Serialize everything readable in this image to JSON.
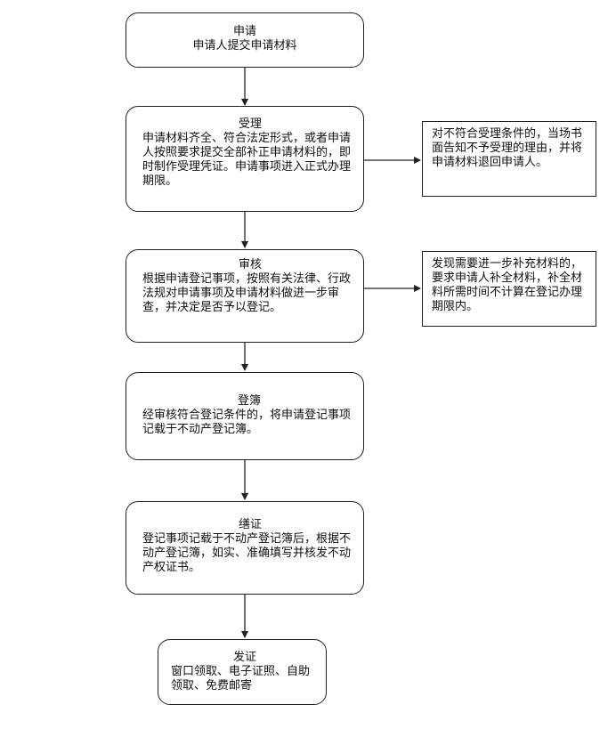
{
  "steps": [
    {
      "title": "申请",
      "body": "申请人提交申请材料"
    },
    {
      "title": "受理",
      "body": "申请材料齐全、符合法定形式，或者申请人按照要求提交全部补正申请材料的，即时制作受理凭证。申请事项进入正式办理期限。"
    },
    {
      "title": "审核",
      "body": "根据申请登记事项，按照有关法律、行政法规对申请事项及申请材料做进一步审查，并决定是否予以登记。"
    },
    {
      "title": "登簿",
      "body": "经审核符合登记条件的，将申请登记事项记载于不动产登记簿。"
    },
    {
      "title": "缮证",
      "body": "登记事项记载于不动产登记簿后，根据不动产登记簿，如实、准确填写并核发不动产权证书。"
    },
    {
      "title": "发证",
      "body": "窗口领取、电子证照、自助领取、免费邮寄"
    }
  ],
  "side_notes": [
    {
      "text": "对不符合受理条件的，当场书面告知不予受理的理由，并将申请材料退回申请人。"
    },
    {
      "text": "发现需要进一步补充材料的，要求申请人补全材料，补全材料所需时间不计算在登记办理期限内。"
    }
  ]
}
